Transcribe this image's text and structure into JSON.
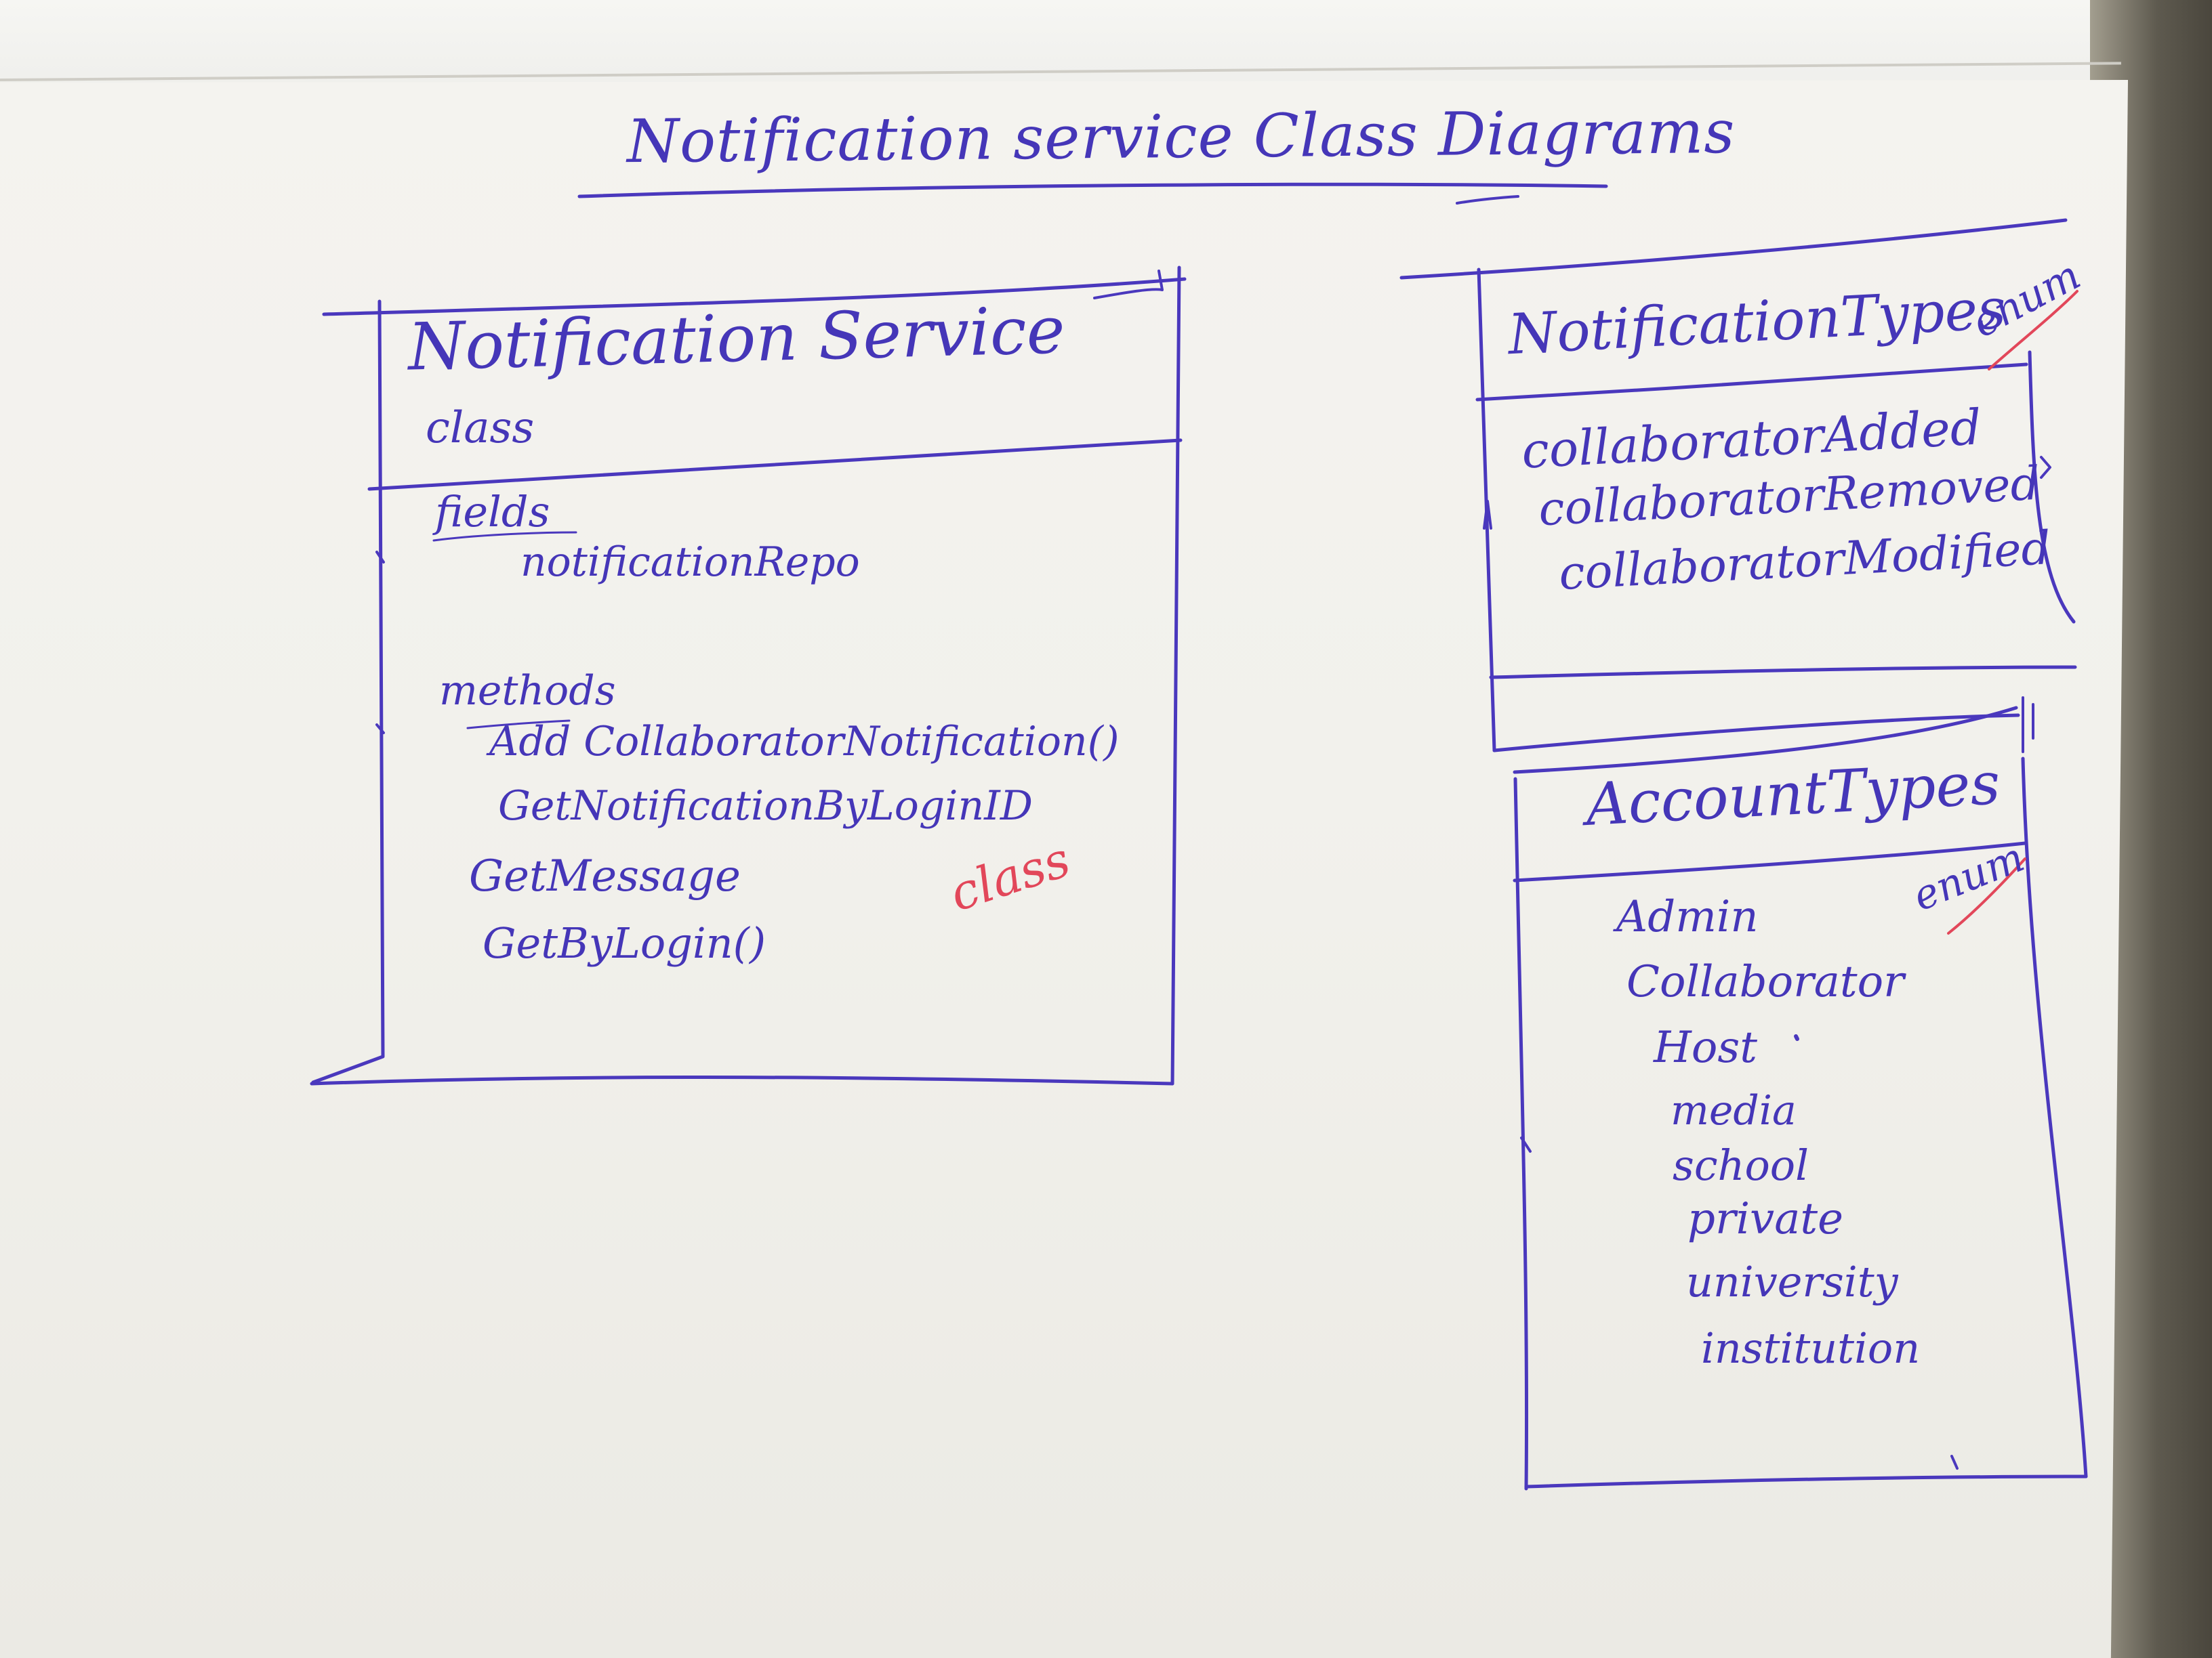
{
  "title": "Notification service Class Diagrams",
  "boxes": {
    "notification_service": {
      "name": "Notification Service",
      "kind": "class",
      "fields_header": "fields",
      "fields": [
        "notificationRepo"
      ],
      "methods_header": "methods",
      "methods": [
        "Add CollaboratorNotification()",
        "GetNotificationByLoginID",
        "GetMessage",
        "GetByLogin()"
      ],
      "annotation": "class"
    },
    "notification_types": {
      "name": "NotificationTypes",
      "annotation": "enum",
      "values": [
        "collaboratorAdded",
        "collaboratorRemoved",
        "collaboratorModified"
      ]
    },
    "account_types": {
      "name": "AccountTypes",
      "annotation": "enum",
      "values": [
        "Admin",
        "Collaborator",
        "Host",
        "media",
        "school",
        "private",
        "university",
        "institution"
      ]
    }
  },
  "colors": {
    "ink": "#4536b8",
    "red_ink": "#e2475a",
    "paper": "#f3f2ee"
  }
}
